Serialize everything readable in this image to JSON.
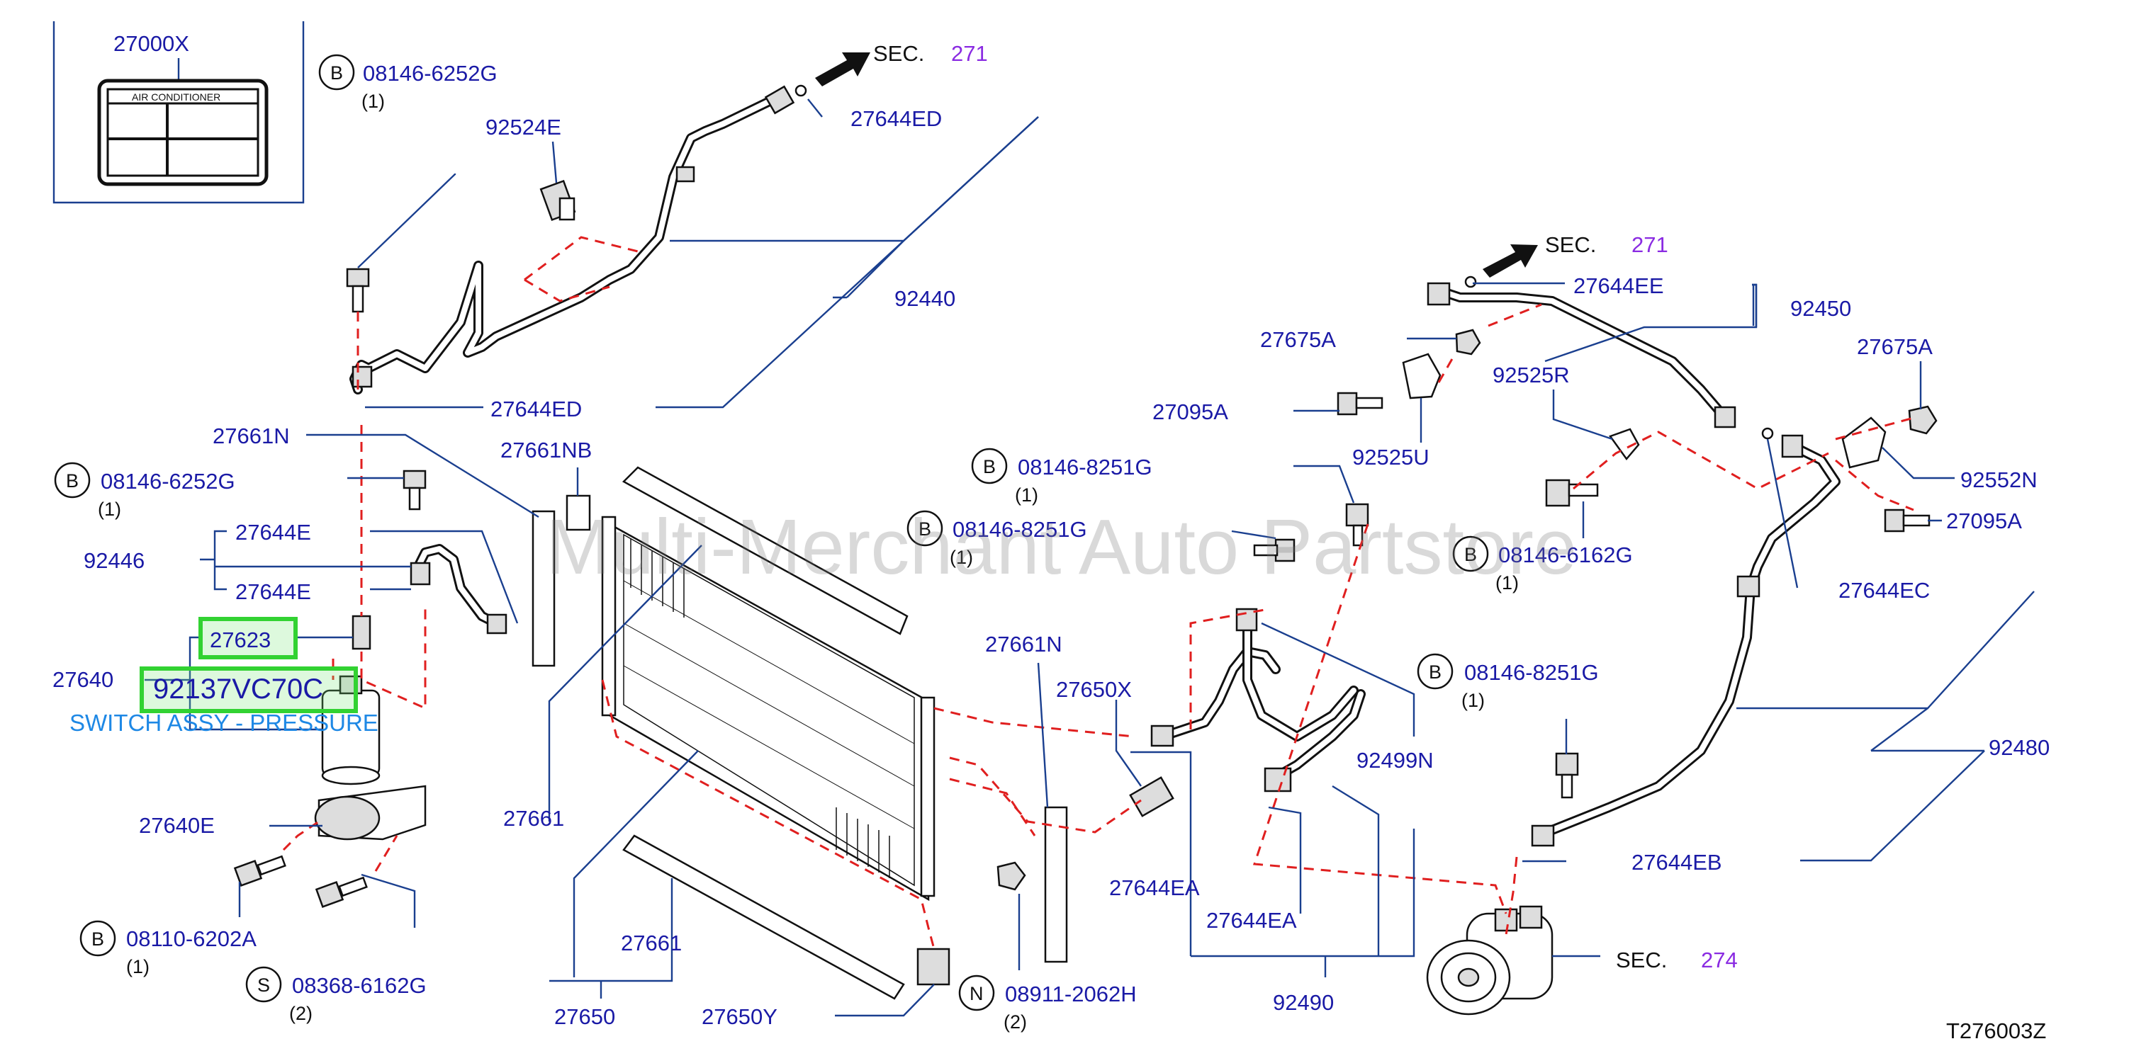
{
  "labels": {
    "p27000x": "27000X",
    "p08146_6252g_a": "08146-6252G",
    "q1_a": "(1)",
    "p92524e": "92524E",
    "p27644ed_top": "27644ED",
    "p92440": "92440",
    "p27644ed_mid": "27644ED",
    "p27661n_left": "27661N",
    "p27661nb": "27661NB",
    "p08146_6252g_b": "08146-6252G",
    "q1_b": "(1)",
    "p27644e_a": "27644E",
    "p92446": "92446",
    "p27644e_b": "27644E",
    "p27640": "27640",
    "p27623": "27623",
    "p92137": "92137VC70C",
    "switch_name": "SWITCH ASSY - PRESSURE",
    "p27640e": "27640E",
    "p08110_6202a": "08110-6202A",
    "q1_c": "(1)",
    "p08368_6162g": "08368-6162G",
    "q2_a": "(2)",
    "p27661_a": "27661",
    "p27661_b": "27661",
    "p27650": "27650",
    "p27650y": "27650Y",
    "p08911_2062h": "08911-2062H",
    "q2_b": "(2)",
    "p27661n_mid": "27661N",
    "p27650x": "27650X",
    "p27644ea_a": "27644EA",
    "p27644ea_b": "27644EA",
    "p08146_8251g_a": "08146-8251G",
    "q1_d": "(1)",
    "p08146_8251g_b": "08146-8251G",
    "q1_e": "(1)",
    "p92499n": "92499N",
    "p92490": "92490",
    "p27644ee": "27644EE",
    "p92450": "92450",
    "p27675a_a": "27675A",
    "p27675a_b": "27675A",
    "p92525r": "92525R",
    "p27095a_a": "27095A",
    "p92525u": "92525U",
    "p92552n": "92552N",
    "p27095a_b": "27095A",
    "p08146_6162g": "08146-6162G",
    "q1_f": "(1)",
    "p27644ec": "27644EC",
    "p08146_8251g_c": "08146-8251G",
    "q1_g": "(1)",
    "p92480": "92480",
    "p27644eb": "27644EB"
  },
  "sections": {
    "sec_word_a": "SEC.",
    "sec_num_a": "271",
    "sec_word_b": "SEC.",
    "sec_num_b": "271",
    "sec_word_c": "SEC.",
    "sec_num_c": "274"
  },
  "badges": {
    "b1": "B",
    "b2": "B",
    "b3": "B",
    "b4": "B",
    "b5": "B",
    "b6": "B",
    "b7": "B",
    "s1": "S",
    "n1": "N"
  },
  "label_card": {
    "title": "AIR    CONDITIONER"
  },
  "watermark": "Multi-Merchant Auto Partstore",
  "diagram_code": "T276003Z",
  "colors": {
    "label_blue": "#1a1aa6",
    "leader_blue": "#1a3f8f",
    "dash_red": "#e01f1f",
    "section_purple": "#8a2be2",
    "highlight_green": "#32d232",
    "switch_name_blue": "#1e88e5"
  }
}
